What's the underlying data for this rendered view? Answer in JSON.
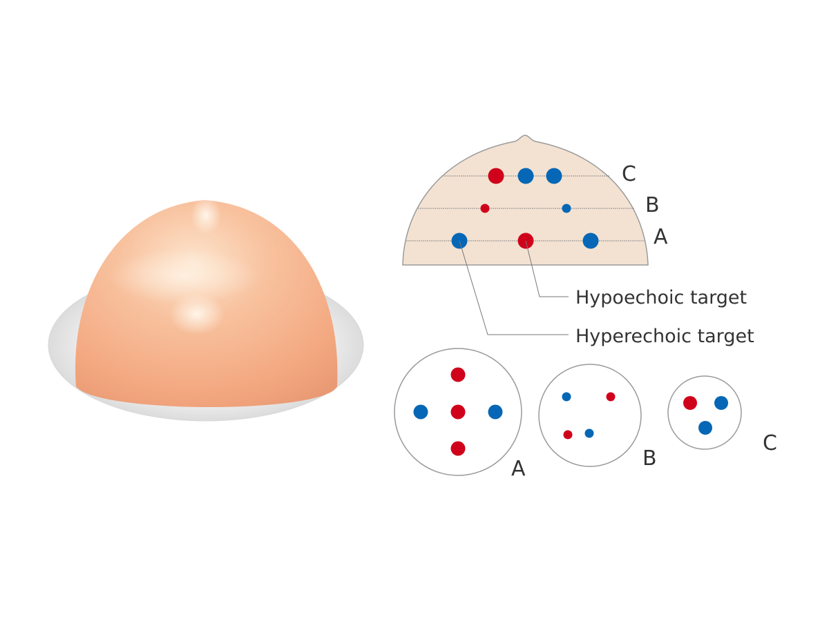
{
  "colors": {
    "hypoechoic": "#d0021b",
    "hyperechoic": "#0567b5",
    "tissue": "#f3e2d2",
    "phantom": "#f5b48c"
  },
  "cross_section": {
    "level_labels": {
      "A": "A",
      "B": "B",
      "C": "C"
    },
    "captions": {
      "hypoechoic": "Hypoechoic target",
      "hyperechoic": "Hyperechoic target"
    }
  },
  "slices": [
    {
      "label": "A"
    },
    {
      "label": "B"
    },
    {
      "label": "C"
    }
  ]
}
